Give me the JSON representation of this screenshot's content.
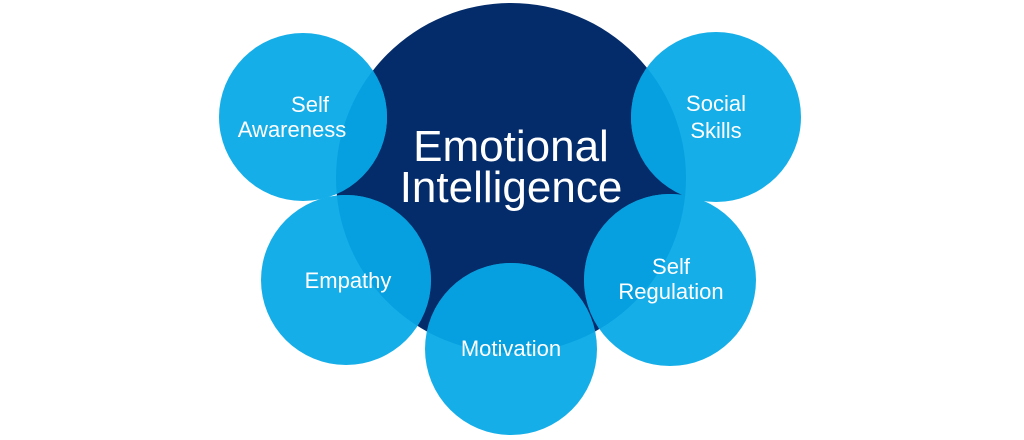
{
  "colors": {
    "center": "#042c6a",
    "satellite": "#15aee8",
    "overlap": "#06a0e0",
    "label": "#ffffff"
  },
  "center": {
    "line1": "Emotional",
    "line2": "Intelligence"
  },
  "nodes": {
    "self_awareness": {
      "line1": "Self",
      "line2": "Awareness"
    },
    "social_skills": {
      "line1": "Social",
      "line2": "Skills"
    },
    "empathy": {
      "line1": "Empathy"
    },
    "self_regulation": {
      "line1": "Self",
      "line2": "Regulation"
    },
    "motivation": {
      "line1": "Motivation"
    }
  }
}
